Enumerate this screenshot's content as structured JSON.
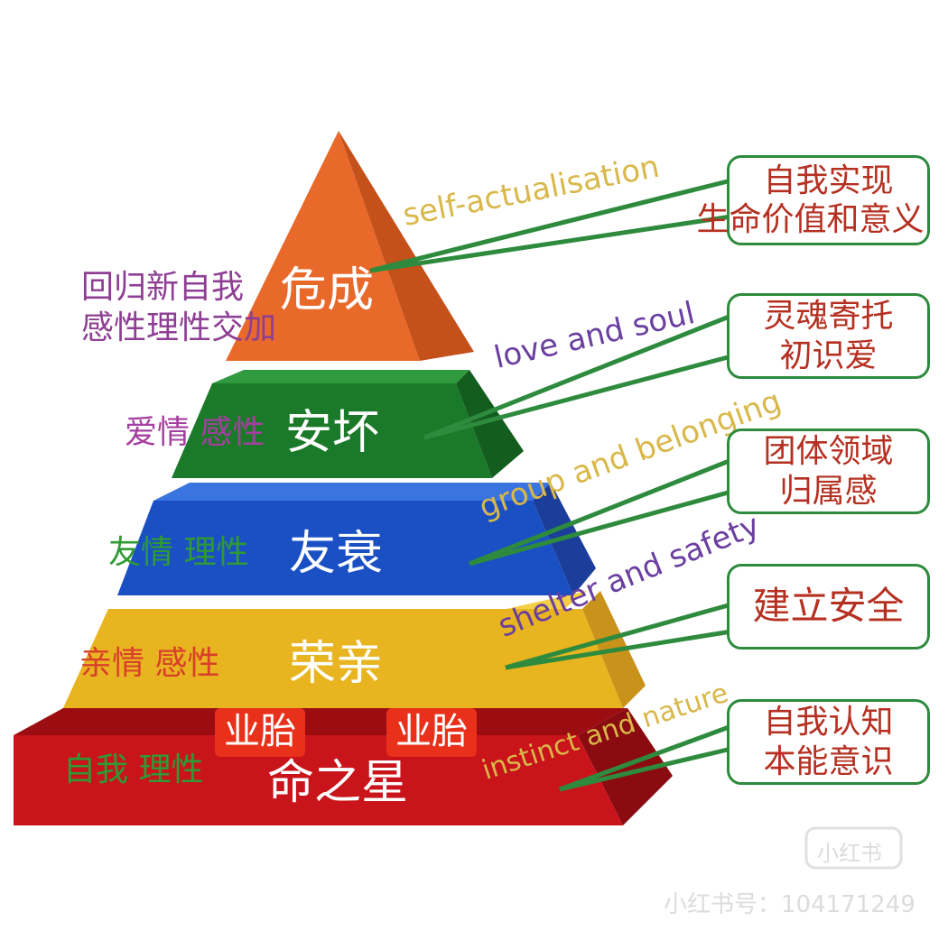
{
  "pyramid": {
    "levels": [
      {
        "main": "危成",
        "side": "回归新自我\n感性理性交加",
        "side_color": "#8e3f93",
        "color": "#e8692a"
      },
      {
        "main": "安坏",
        "side": "爱情 感性",
        "side_color": "#a43fa0",
        "color": "#1b7a2a"
      },
      {
        "main": "友衰",
        "side": "友情 理性",
        "side_color": "#2f9a35",
        "color": "#1a50c4"
      },
      {
        "main": "荣亲",
        "side": "亲情 感性",
        "side_color": "#d8402a",
        "color": "#e8b41f"
      },
      {
        "main": "命之星",
        "side": "自我 理性",
        "side_color": "#2f9a35",
        "color": "#c8141a"
      }
    ],
    "badges": [
      "业胎",
      "业胎"
    ]
  },
  "labels_en": [
    {
      "text": "self-actualisation",
      "color": "#d9b84a"
    },
    {
      "text": "love and soul",
      "color": "#6a3fa0"
    },
    {
      "text": "group and belonging",
      "color": "#d9b84a"
    },
    {
      "text": "shelter and safety",
      "color": "#6a3fa0"
    },
    {
      "text": "instinct and nature",
      "color": "#d9b84a"
    }
  ],
  "callouts": [
    {
      "line1": "自我实现",
      "line2": "生命价值和意义"
    },
    {
      "line1": "灵魂寄托",
      "line2": "初识爱"
    },
    {
      "line1": "团体领域",
      "line2": "归属感"
    },
    {
      "line1": "建立安全",
      "line2": ""
    },
    {
      "line1": "自我认知",
      "line2": "本能意识"
    }
  ],
  "watermark": {
    "logo": "小红书",
    "id": "小红书号：104171249"
  },
  "colors": {
    "callout_border": "#2e8b3e",
    "callout_text": "#b53021",
    "connector": "#2e8b3e"
  }
}
